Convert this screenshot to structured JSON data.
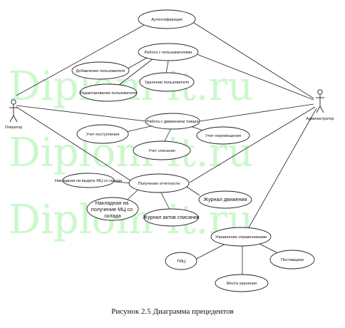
{
  "watermark": "Diplom-it.ru",
  "caption": "Рисунок 2.5 Диаграмма прецедентов",
  "actors": {
    "operator": "Оператор",
    "admin": "Администратор"
  },
  "use_cases": {
    "auth": "Аутентификация",
    "users": "Работа с пользователями",
    "add_user": "Добавление пользователя",
    "edit_user": "Редактирование пользователя",
    "del_user": "Удаление пользователя",
    "stock": "Работа с движением товара",
    "receipt": "Учет поступления",
    "writeoff": "Учет списания",
    "transfer": "Учет перемещения",
    "reports": "Получение отчетности",
    "invoice_mc": "Накладная на выдачу МЦ со склада",
    "invoice_receipt": "Накладная на получение МЦ со склада",
    "journal_writeoff": "Журнал актов списания",
    "journal_move": "Журнал движения",
    "refs": "Управление справочниками",
    "tmc": "ТМЦ",
    "suppliers": "Поставщики",
    "storage": "Места хранения"
  }
}
